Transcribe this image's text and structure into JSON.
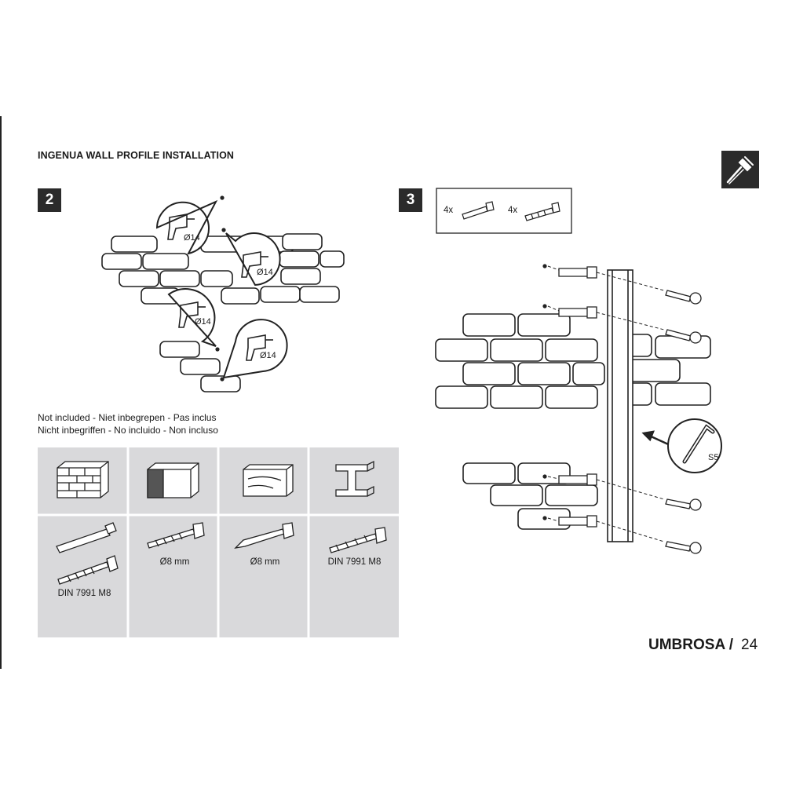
{
  "document": {
    "title": "INGENUA WALL PROFILE  INSTALLATION",
    "brand": "UMBROSA /",
    "page_number": "24"
  },
  "steps": [
    {
      "number": "2",
      "drill_diameter": "Ø14"
    },
    {
      "number": "3",
      "kit_quantities": [
        "4x",
        "4x"
      ],
      "tool_label": "S5"
    }
  ],
  "not_included": {
    "lines": [
      "Not included - Niet inbegrepen - Pas inclus",
      "Nicht inbegriffen - No incluido - Non incluso"
    ],
    "fixings": [
      {
        "wall": "brick-wall-icon",
        "label": "DIN 7991 M8"
      },
      {
        "wall": "hollow-block-icon",
        "label": "Ø8 mm"
      },
      {
        "wall": "wood-panel-icon",
        "label": "Ø8 mm"
      },
      {
        "wall": "steel-beam-icon",
        "label": "DIN 7991 M8"
      }
    ]
  },
  "icons": [
    "screwdriver-icon",
    "drill-icon",
    "hex-key-icon",
    "anchor-plug-icon",
    "countersunk-bolt-icon"
  ],
  "colors": {
    "badge": "#2b2b2b",
    "table_fill": "#d9d9db",
    "line": "#222222"
  }
}
